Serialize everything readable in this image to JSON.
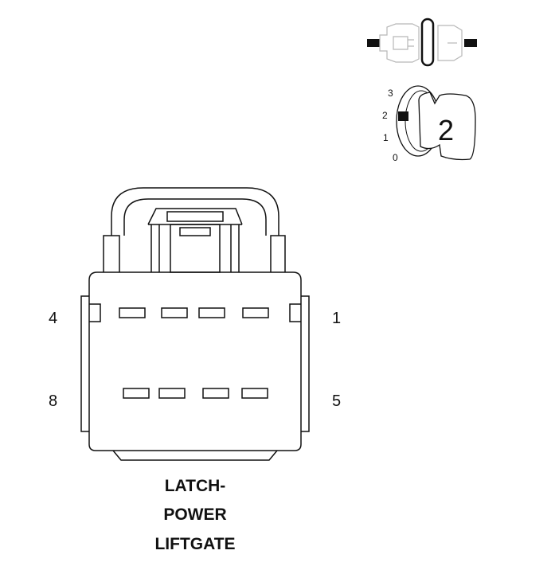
{
  "connector": {
    "title_lines": [
      "LATCH-",
      "POWER",
      "LIFTGATE"
    ],
    "pin_labels": {
      "top_left": "4",
      "top_right": "1",
      "bottom_left": "8",
      "bottom_right": "5"
    },
    "pin_count": 8
  },
  "key_indicator": {
    "position_labels": [
      "3",
      "2",
      "1",
      "0"
    ],
    "key_number": "2"
  },
  "icons": {
    "connector_mating": "connector-mating-icon",
    "key_position": "key-position-icon"
  }
}
